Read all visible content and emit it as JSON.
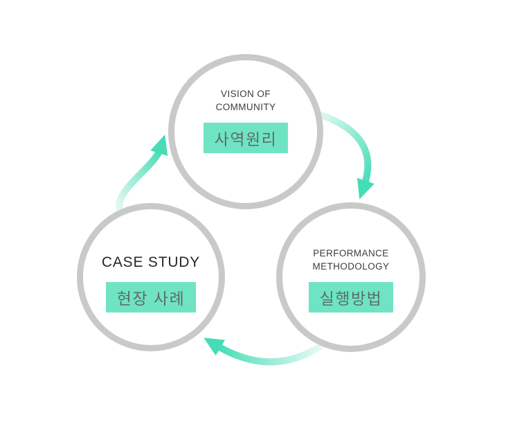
{
  "colors": {
    "background": "#ffffff",
    "ring": "#c9c9c9",
    "accent": "#6fe4c4",
    "arrow_light": "#eefbf7",
    "arrow_deep": "#45dcb6",
    "title_text": "#3b3b3b",
    "tag_text": "#5d6d67"
  },
  "nodes": {
    "vision": {
      "title_line1": "VISION OF",
      "title_line2": "COMMUNITY",
      "tag": "사역원리"
    },
    "performance": {
      "title_line1": "PERFORMANCE",
      "title_line2": "METHODOLOGY",
      "tag": "실행방법"
    },
    "case_study": {
      "title": "CASE STUDY",
      "tag": "현장 사례"
    }
  },
  "flow": {
    "direction": "clockwise",
    "order": [
      "vision",
      "performance",
      "case_study"
    ]
  }
}
